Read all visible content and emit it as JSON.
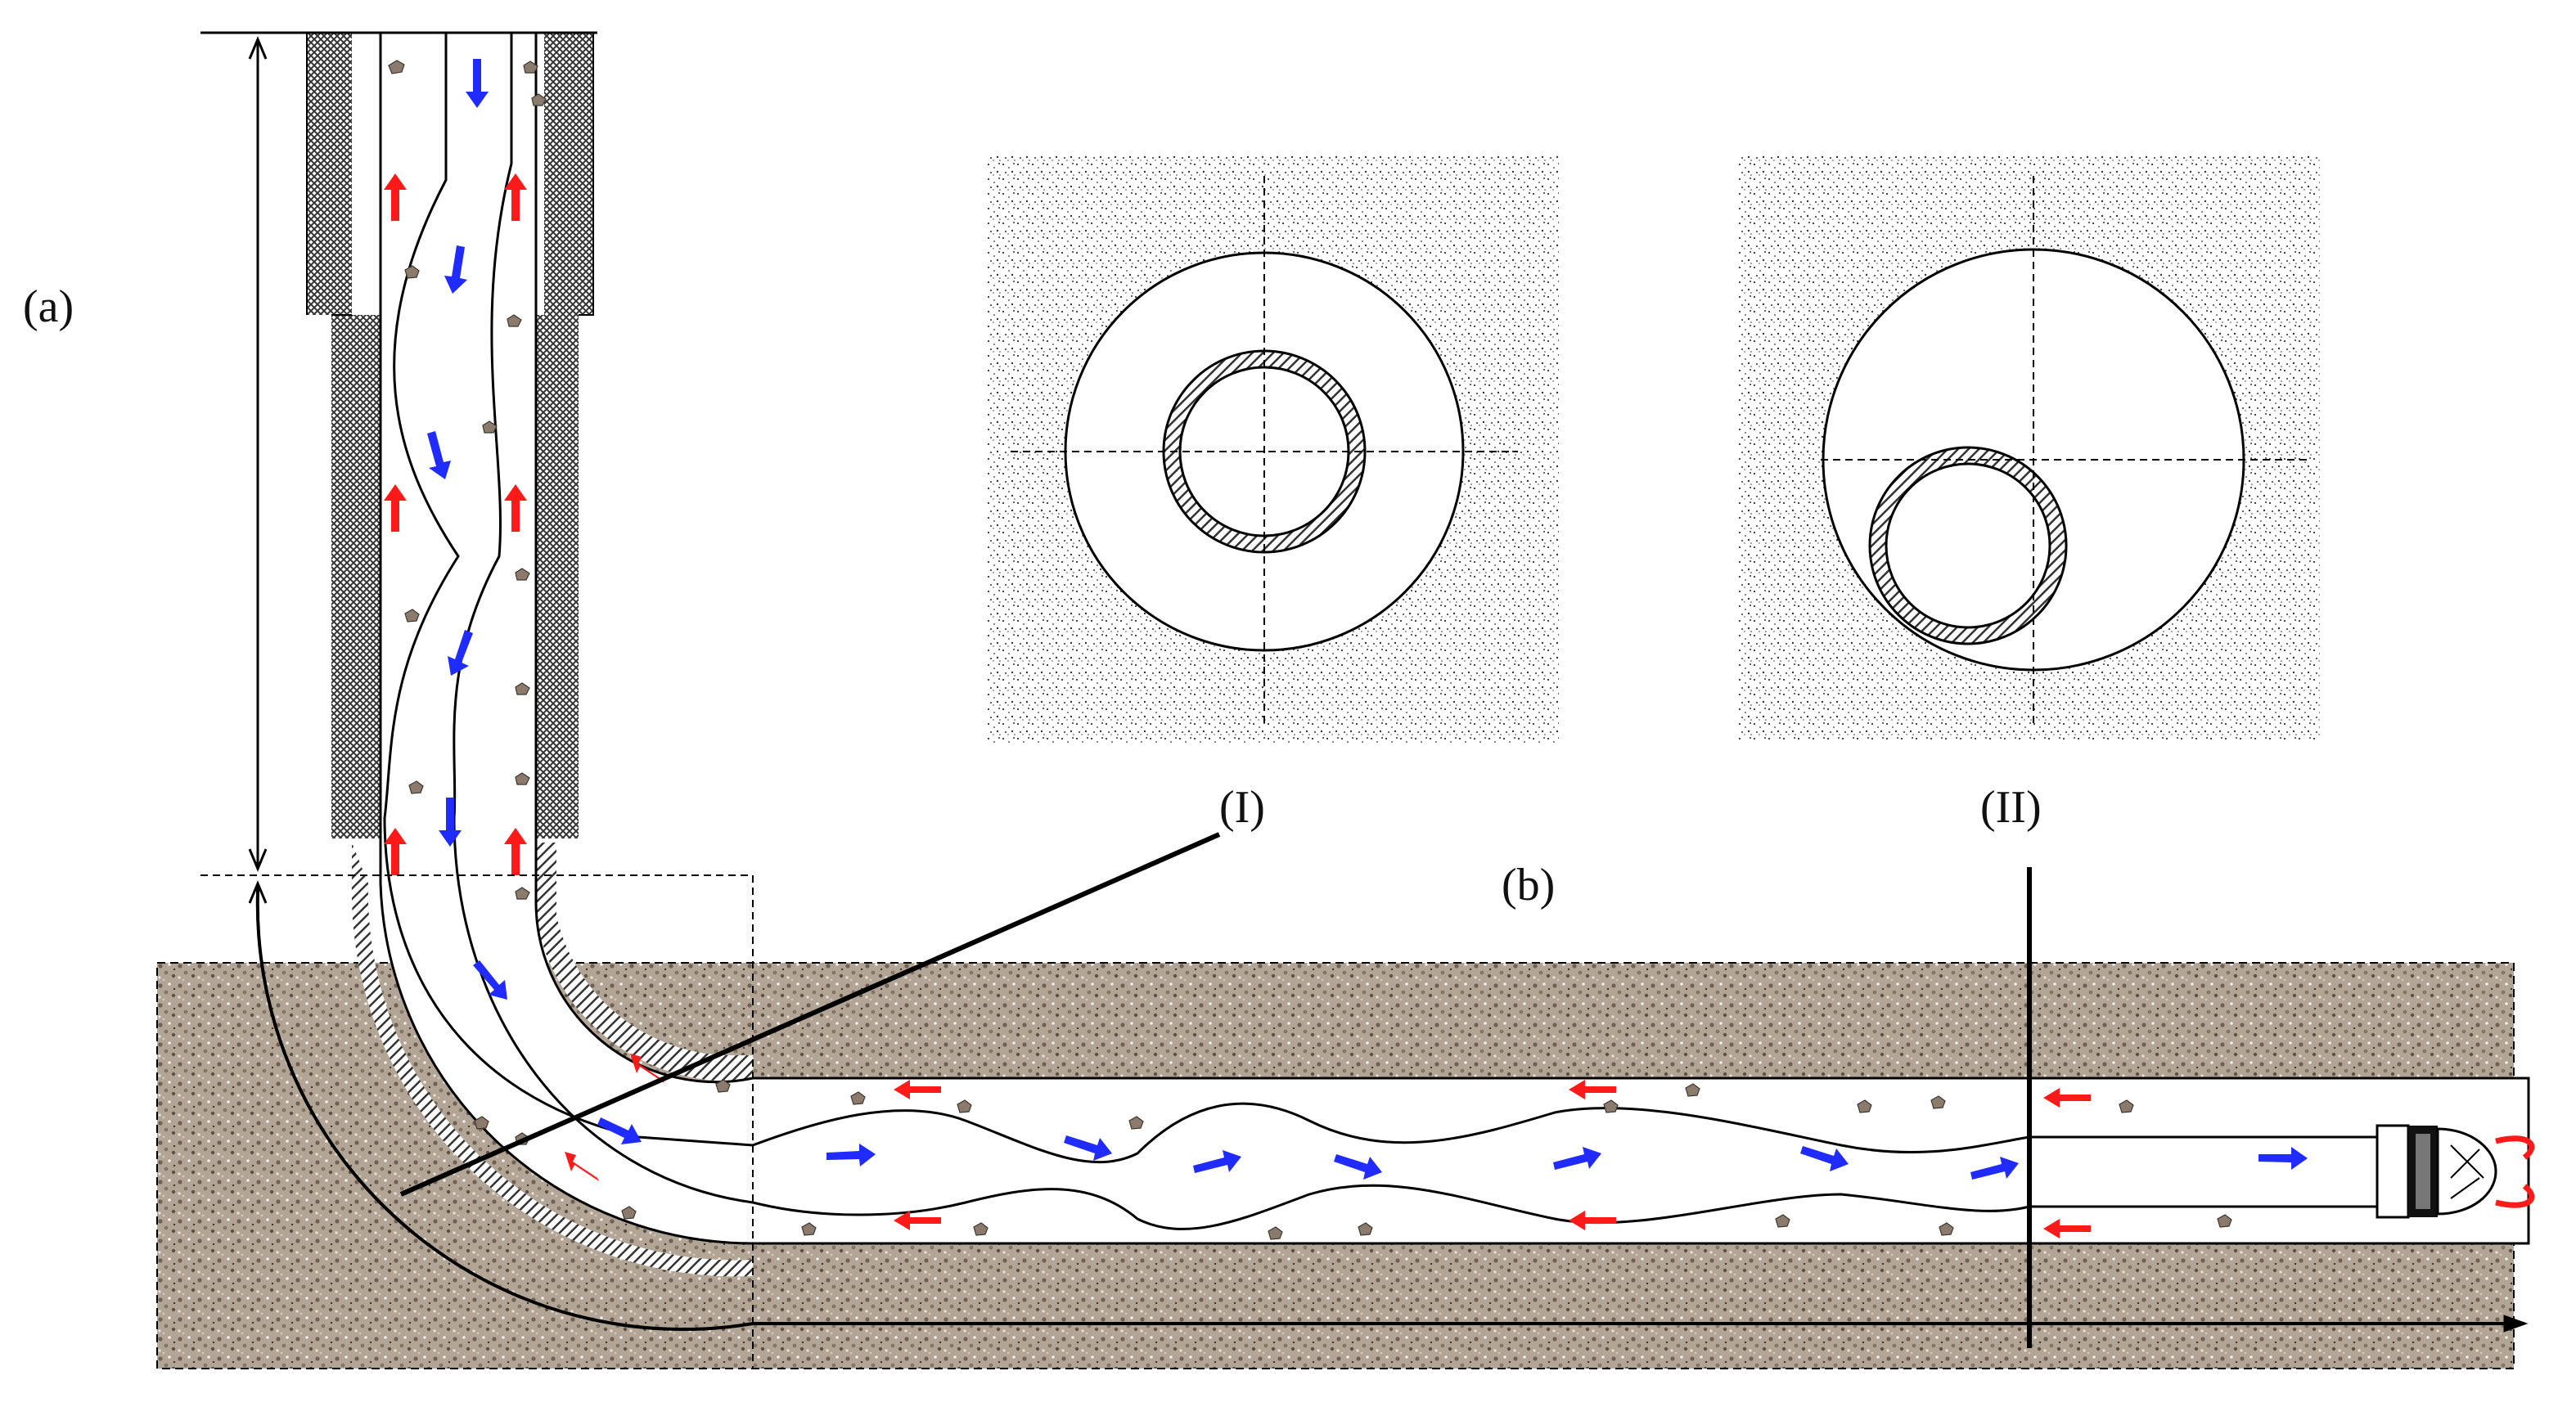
{
  "labels": {
    "panel_a": "(a)",
    "panel_b": "(b)",
    "section_1": "(I)",
    "section_2": "(II)"
  },
  "colors": {
    "downflow_arrow": "#1f2bff",
    "upflow_arrow": "#ff1a1a",
    "rock": "#b3a595",
    "casing_hatch": "#333333",
    "outline": "#000000"
  }
}
